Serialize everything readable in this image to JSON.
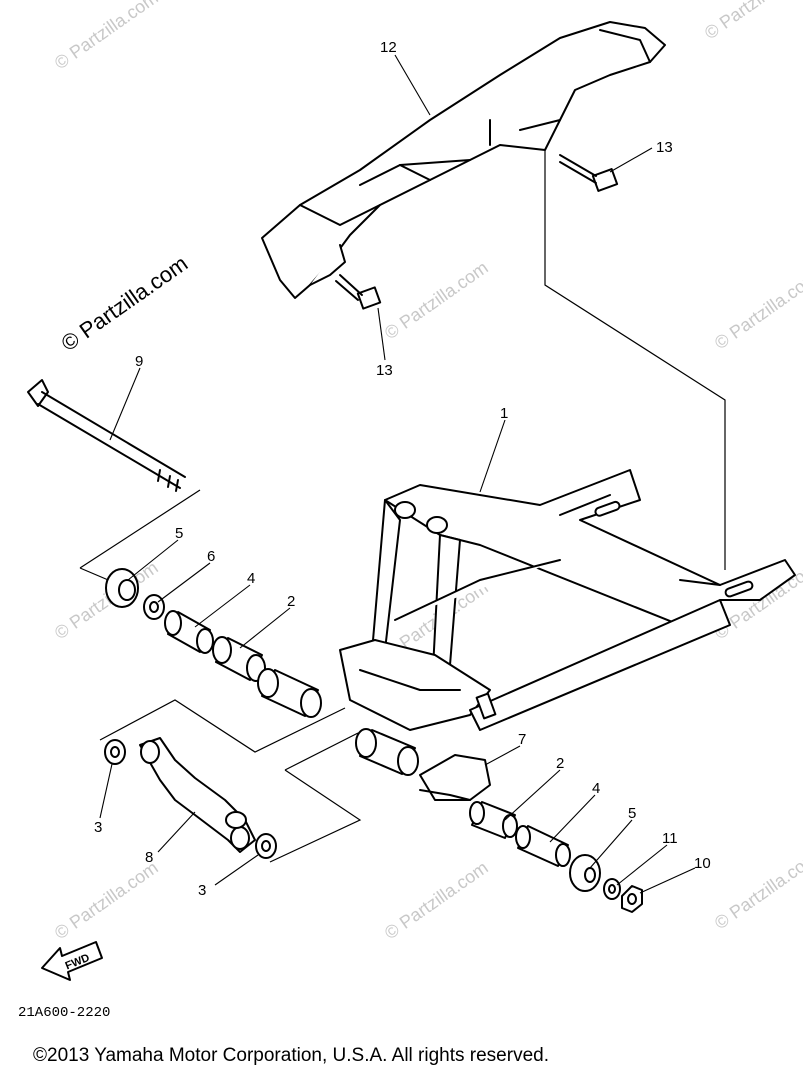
{
  "callouts": [
    {
      "id": "c12",
      "label": "12"
    },
    {
      "id": "c13a",
      "label": "13"
    },
    {
      "id": "c13b",
      "label": "13"
    },
    {
      "id": "c9",
      "label": "9"
    },
    {
      "id": "c1",
      "label": "1"
    },
    {
      "id": "c5a",
      "label": "5"
    },
    {
      "id": "c6",
      "label": "6"
    },
    {
      "id": "c4a",
      "label": "4"
    },
    {
      "id": "c2a",
      "label": "2"
    },
    {
      "id": "c7",
      "label": "7"
    },
    {
      "id": "c2b",
      "label": "2"
    },
    {
      "id": "c4b",
      "label": "4"
    },
    {
      "id": "c5b",
      "label": "5"
    },
    {
      "id": "c11",
      "label": "11"
    },
    {
      "id": "c10",
      "label": "10"
    },
    {
      "id": "c3a",
      "label": "3"
    },
    {
      "id": "c8",
      "label": "8"
    },
    {
      "id": "c3b",
      "label": "3"
    }
  ],
  "watermark": "© Partzilla.com",
  "fwd_label": "FWD",
  "diagram_code": "21A600-2220",
  "copyright": "©2013 Yamaha Motor Corporation, U.S.A. All rights reserved."
}
